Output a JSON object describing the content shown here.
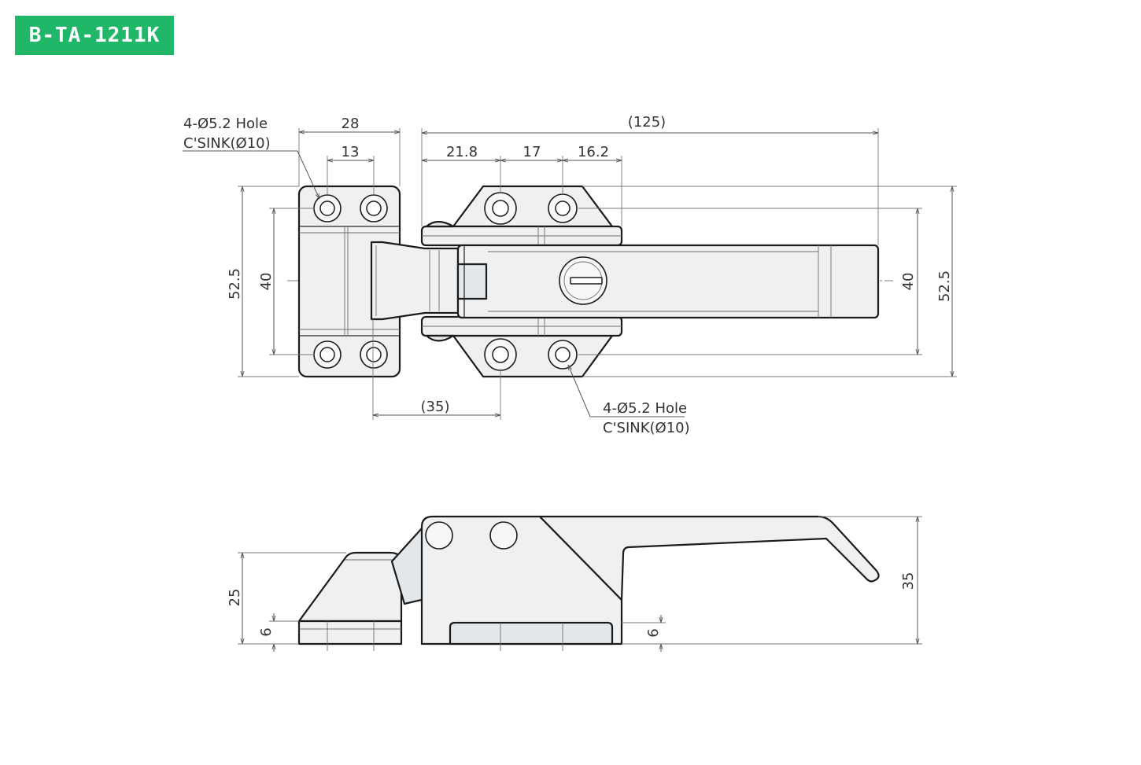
{
  "badge": {
    "text": "B-TA-1211K",
    "color": "#21b768"
  },
  "top_view": {
    "dims": {
      "width_28": "28",
      "pitch_13": "13",
      "overall_125": "(125)",
      "d_21_8": "21.8",
      "d_17": "17",
      "d_16_2": "16.2",
      "left_52_5": "52.5",
      "left_40": "40",
      "right_40": "40",
      "right_52_5": "52.5",
      "d_35": "(35)"
    },
    "hole_note_top": {
      "line1": "4-Ø5.2 Hole",
      "line2": "C'SINK(Ø10)"
    },
    "hole_note_bottom": {
      "line1": "4-Ø5.2 Hole",
      "line2": "C'SINK(Ø10)"
    }
  },
  "side_view": {
    "dims": {
      "height_25": "25",
      "left_6": "6",
      "mid_6": "6",
      "height_35": "35"
    }
  }
}
